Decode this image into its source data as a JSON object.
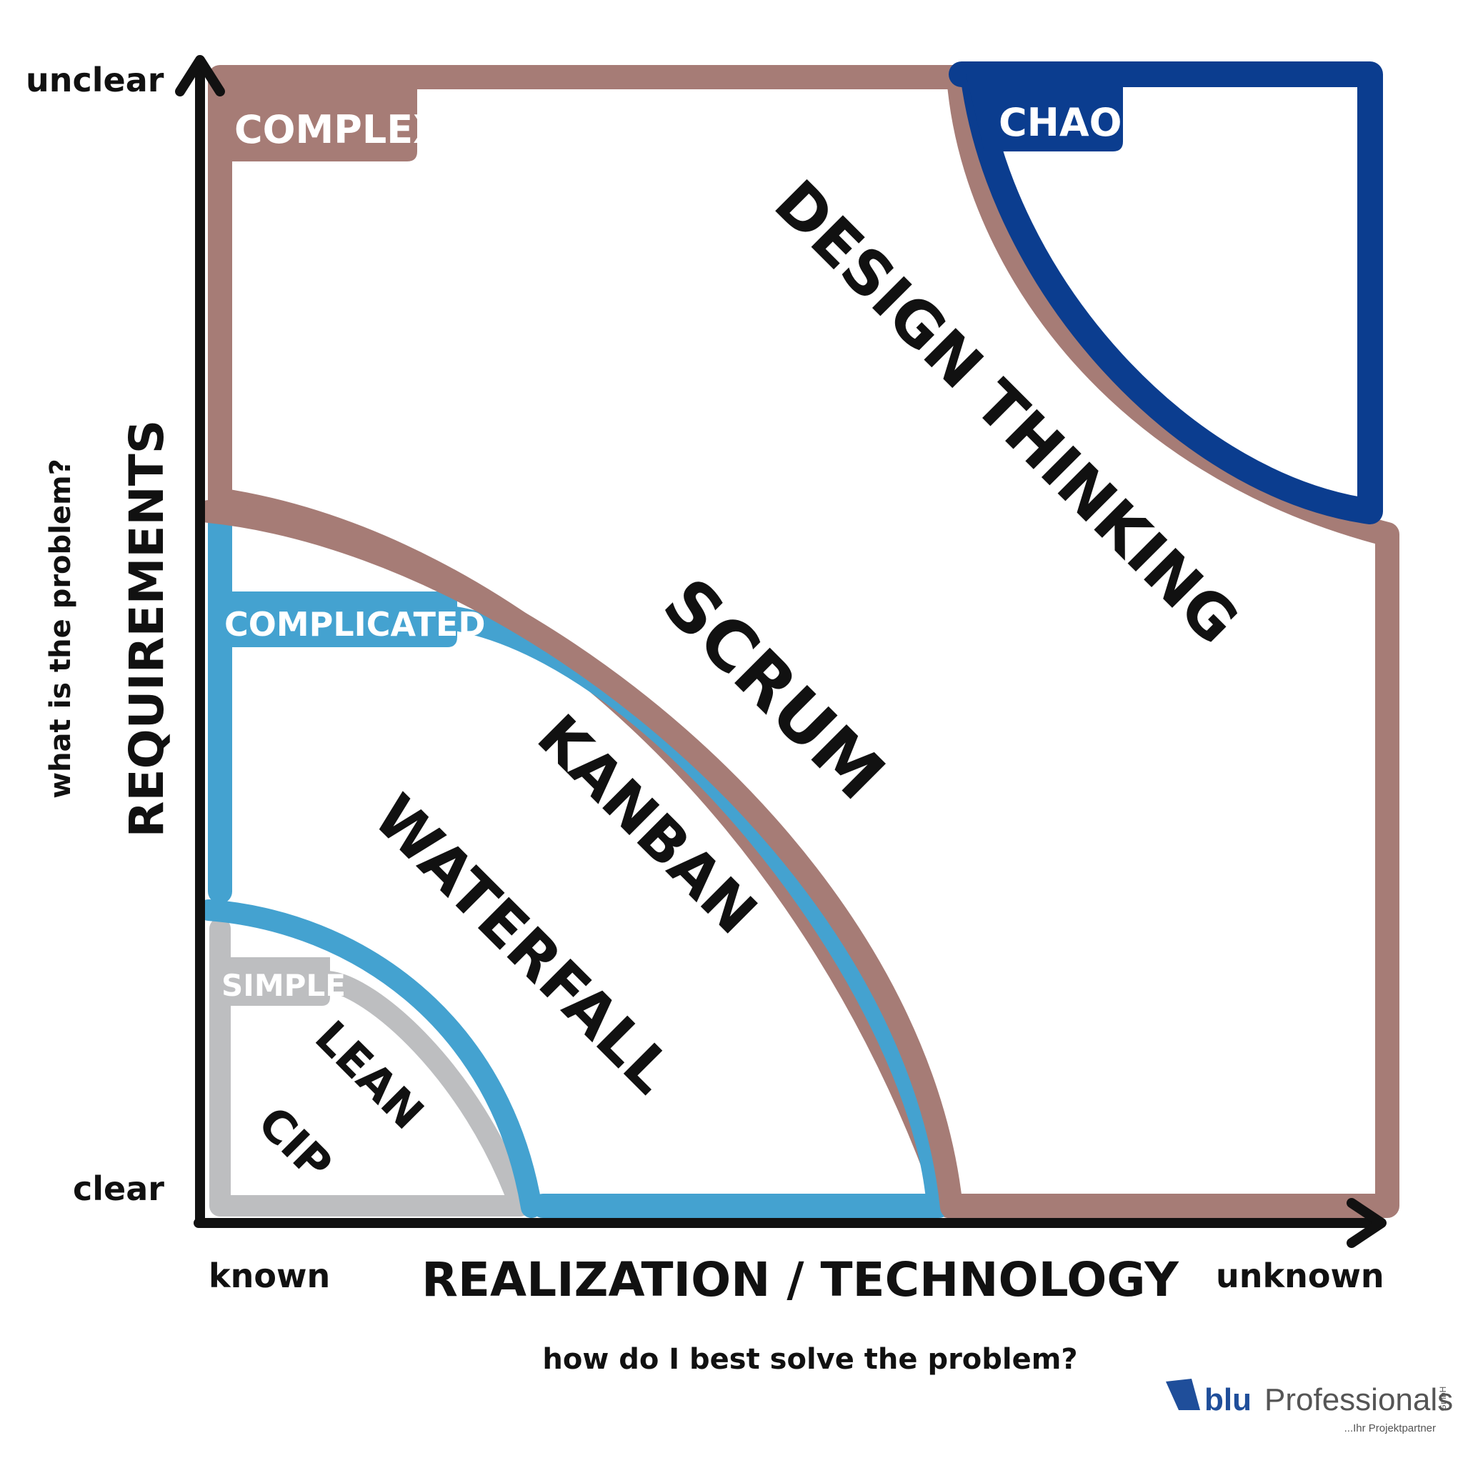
{
  "colors": {
    "complex": "#a67c76",
    "chaos": "#0b3d8f",
    "complicated": "#44a2d0",
    "simple": "#bdbec0",
    "ink": "#111111",
    "logo_blue": "#1f4e9a",
    "logo_gray": "#555555"
  },
  "axes": {
    "y": {
      "top_label": "unclear",
      "bottom_label": "clear",
      "title": "REQUIREMENTS",
      "question": "what is the problem?"
    },
    "x": {
      "left_label": "known",
      "right_label": "unknown",
      "title": "REALIZATION / TECHNOLOGY",
      "question": "how do I best solve the problem?"
    }
  },
  "zones": {
    "complex": "COMPLEX",
    "chaos": "CHAOS",
    "complicated": "COMPLICATED",
    "simple": "SIMPLE"
  },
  "methods": {
    "design_thinking": "DESIGN THINKING",
    "scrum": "SCRUM",
    "kanban": "KANBAN",
    "waterfall": "WATERFALL",
    "lean": "LEAN",
    "cip": "CIP"
  },
  "logo": {
    "brand": "blu",
    "name": "Professionals",
    "legal": "GmbH",
    "tagline": "...Ihr Projektpartner"
  }
}
